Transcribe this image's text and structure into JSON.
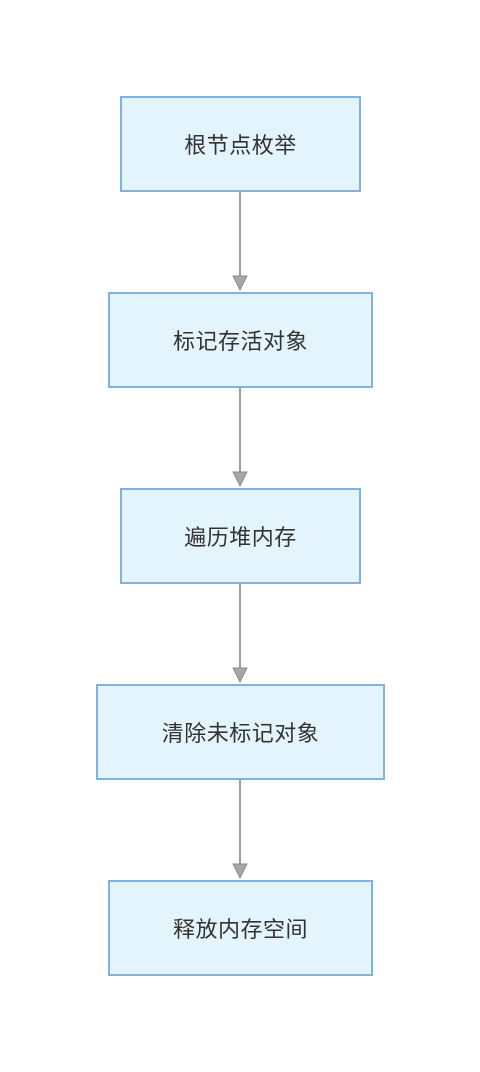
{
  "flowchart": {
    "direction": "top-to-bottom",
    "nodes": [
      {
        "id": "root-enum",
        "label": "根节点枚举"
      },
      {
        "id": "mark-live",
        "label": "标记存活对象"
      },
      {
        "id": "traverse-heap",
        "label": "遍历堆内存"
      },
      {
        "id": "sweep-unmarked",
        "label": "清除未标记对象"
      },
      {
        "id": "free-space",
        "label": "释放内存空间"
      }
    ],
    "edges": [
      {
        "from": "root-enum",
        "to": "mark-live"
      },
      {
        "from": "mark-live",
        "to": "traverse-heap"
      },
      {
        "from": "traverse-heap",
        "to": "sweep-unmarked"
      },
      {
        "from": "sweep-unmarked",
        "to": "free-space"
      }
    ],
    "colors": {
      "node_fill": "#e3f4fc",
      "node_border": "#7fb2e2",
      "node_text": "#333333",
      "edge": "#9e9e9e"
    }
  }
}
